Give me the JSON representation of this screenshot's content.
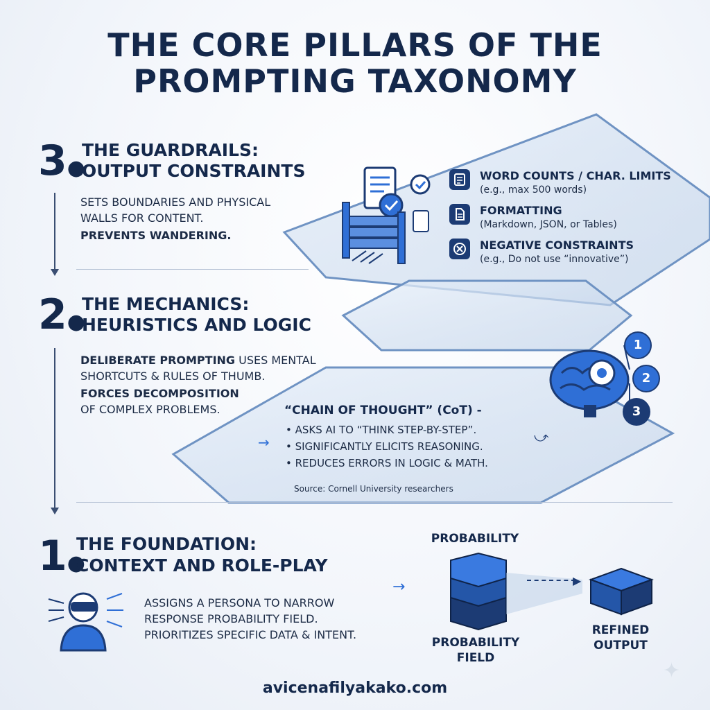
{
  "title": {
    "line1": "THE CORE PILLARS OF THE",
    "line2": "PROMPTING TAXONOMY"
  },
  "pillar3": {
    "number": "3",
    "heading1": "THE GUARDRAILS:",
    "heading2": "OUTPUT CONSTRAINTS",
    "desc1": "SETS BOUNDARIES AND PHYSICAL",
    "desc2": "WALLS FOR CONTENT.",
    "desc3": "PREVENTS WANDERING.",
    "constraints": [
      {
        "title": "WORD COUNTS / CHAR. LIMITS",
        "sub": "(e.g., max 500 words)",
        "icon": "checklist-icon"
      },
      {
        "title": "FORMATTING",
        "sub": "(Markdown, JSON, or Tables)",
        "icon": "document-icon"
      },
      {
        "title": "NEGATIVE CONSTRAINTS",
        "sub": "(e.g., Do not use “innovative”)",
        "icon": "prohibited-icon"
      }
    ]
  },
  "pillar2": {
    "number": "2",
    "heading1": "THE MECHANICS:",
    "heading2": "HEURISTICS AND LOGIC",
    "desc1_bold": "DELIBERATE PROMPTING",
    "desc1_rest": " USES MENTAL",
    "desc2": "SHORTCUTS & RULES OF THUMB.",
    "desc3": "FORCES DECOMPOSITION",
    "desc4": "OF COMPLEX PROBLEMS.",
    "cot_title": "“CHAIN OF THOUGHT” (CoT) -",
    "cot_bullets": [
      "• ASKS AI TO “THINK STEP-BY-STEP”.",
      "• SIGNIFICANTLY ELICITS REASONING.",
      "• REDUCES ERRORS IN LOGIC & MATH."
    ],
    "source": "Source: Cornell University researchers",
    "steps": [
      "1",
      "2",
      "3"
    ]
  },
  "pillar1": {
    "number": "1",
    "heading1": "THE FOUNDATION:",
    "heading2": "CONTEXT AND ROLE-PLAY",
    "desc1": "ASSIGNS A PERSONA TO NARROW",
    "desc2": "RESPONSE PROBABILITY FIELD.",
    "desc3": "PRIORITIZES SPECIFIC DATA & INTENT.",
    "prob_top": "PROBABILITY",
    "prob_bottom1": "PROBABILITY",
    "prob_bottom2": "FIELD",
    "refined1": "REFINED",
    "refined2": "OUTPUT"
  },
  "footer": "avicenafilyakako.com",
  "colors": {
    "navy": "#14284b",
    "accent": "#2f6fd6",
    "glass": "#cfe0f4"
  }
}
